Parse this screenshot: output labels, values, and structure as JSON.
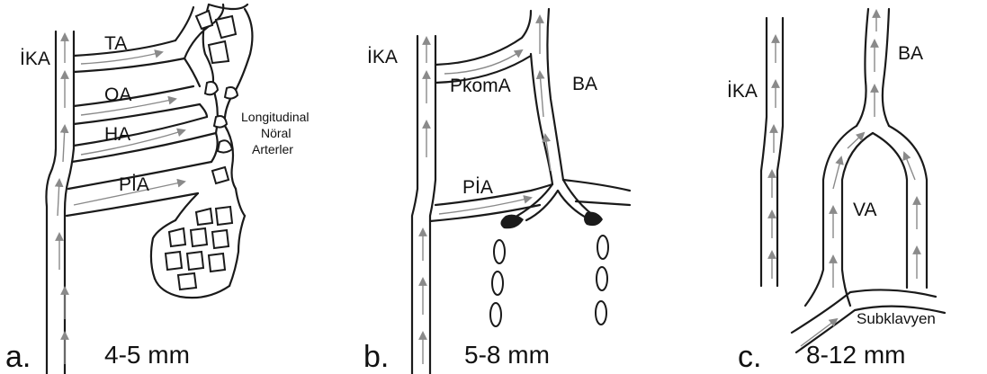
{
  "panels": [
    {
      "letter": "a.",
      "caption": "4-5 mm",
      "labels": {
        "ika": "İKA",
        "ta": "TA",
        "oa": "OA",
        "ha": "HA",
        "pia": "PİA",
        "longitudinal_1": "Longitudinal",
        "longitudinal_2": "Nöral",
        "longitudinal_3": "Arterler"
      }
    },
    {
      "letter": "b.",
      "caption": "5-8 mm",
      "labels": {
        "ika": "İKA",
        "pkoma": "PkomA",
        "ba": "BA",
        "pia": "PİA"
      }
    },
    {
      "letter": "c.",
      "caption": "8-12 mm",
      "labels": {
        "ika": "İKA",
        "ba": "BA",
        "va": "VA",
        "subklavyen": "Subklavyen"
      }
    }
  ],
  "colors": {
    "vessel_wall": "#1a1a1a",
    "flow_arrow": "#8a8a8a",
    "background": "#ffffff"
  }
}
